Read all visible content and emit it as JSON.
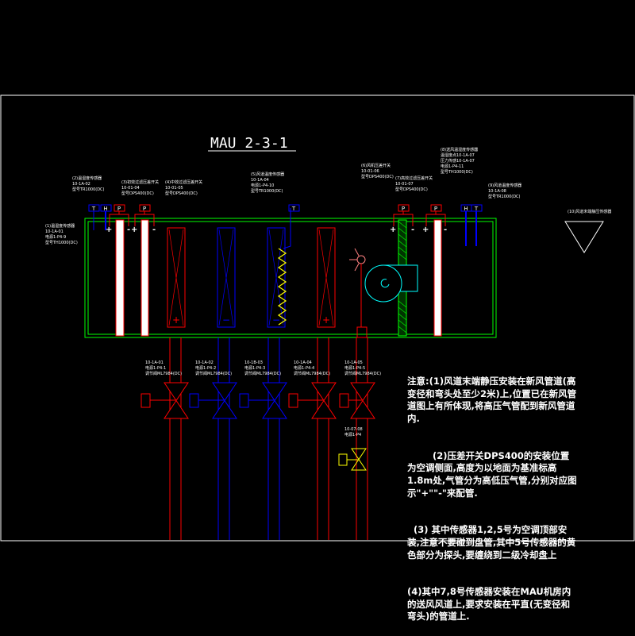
{
  "title": "MAU 2-3-1",
  "colors": {
    "supply": "#ff0000",
    "return": "#0000ff",
    "casing": "#00ff00",
    "fan": "#00ffff",
    "heater": "#ffff00",
    "frame": "#ffffff"
  },
  "sensor_labels": [
    {
      "lines": [
        "(1)温湿度传感器",
        "10-1A-01",
        "电源1-P4-9",
        "型号TH1000(DC)"
      ]
    },
    {
      "lines": [
        "(2)温湿度传感器",
        "10-1A-02",
        "型号TR1000(DC)"
      ]
    },
    {
      "lines": [
        "(3)初效过滤压差开关",
        "10-01-04",
        "型号DPS400(DC)"
      ]
    },
    {
      "lines": [
        "(4)中效过滤压差开关",
        "10-01-05",
        "型号DPS400(DC)"
      ]
    },
    {
      "lines": [
        "(5)风道温度传感器",
        "10-1A-04",
        "电源1-P4-10",
        "型号TR1000(DC)"
      ]
    },
    {
      "lines": [
        "(6)风机压差开关",
        "10-01-06",
        "型号DPS400(DC)"
      ]
    },
    {
      "lines": [
        "(7)高效过滤压差开关",
        "10-01-07",
        "型号DPS400(DC)"
      ]
    },
    {
      "lines": [
        "(8)送风温湿度传感器",
        "温湿度点10-1A-07",
        "压力传感10-1A-07",
        "电源1-P4-11",
        "型号TH1000(DC)"
      ]
    },
    {
      "lines": [
        "(9)风道温度传感器",
        "10-1A-08",
        "型号TR1000(DC)"
      ]
    },
    {
      "lines": [
        "(10)风道末端静压传感器"
      ]
    }
  ],
  "sensor_symbols": [
    "T",
    "H",
    "P",
    "P",
    "T",
    "P",
    "P",
    "H",
    "T"
  ],
  "valve_labels": [
    {
      "lines": [
        "10-1A-01",
        "电源1-P4-1",
        "调节阀ML7984(DC)"
      ]
    },
    {
      "lines": [
        "10-1A-02",
        "电源1-P4-2",
        "调节阀ML7984(DC)"
      ]
    },
    {
      "lines": [
        "10-1B-03",
        "电源1-P4-3",
        "调节阀ML7984(DC)"
      ]
    },
    {
      "lines": [
        "10-1A-04",
        "电源1-P4-4",
        "调节阀ML7984(DC)"
      ]
    },
    {
      "lines": [
        "10-1A-05",
        "电源1-P4-5",
        "调节阀ML7984(DC)"
      ]
    },
    {
      "lines": [
        "10-07-08",
        "电源1-P4"
      ]
    }
  ],
  "notes": [
    "注意:(1)风道末端静压安装在新风管道(高变径和弯头处至少2米)上,位置已在新风管道图上有所体现,将高压气管配到新风管道内.",
    "        (2)压差开关DPS400的安装位置为空调侧面,高度为以地面为基准标高1.8m处,气管分为高低压气管,分别对应图示\"+\"\"-\"来配管.",
    "  (3) 其中传感器1,2,5号为空调顶部安装,注意不要碰到盘管,其中5号传感器的黄色部分为探头,要缠绕到二级冷却盘上",
    "(4)其中7,8号传感器安装在MAU机房内的送风风道上,要求安装在平直(无变径和弯头)的管道上."
  ],
  "pressure_signs": {
    "plus": "+",
    "minus": "-"
  }
}
